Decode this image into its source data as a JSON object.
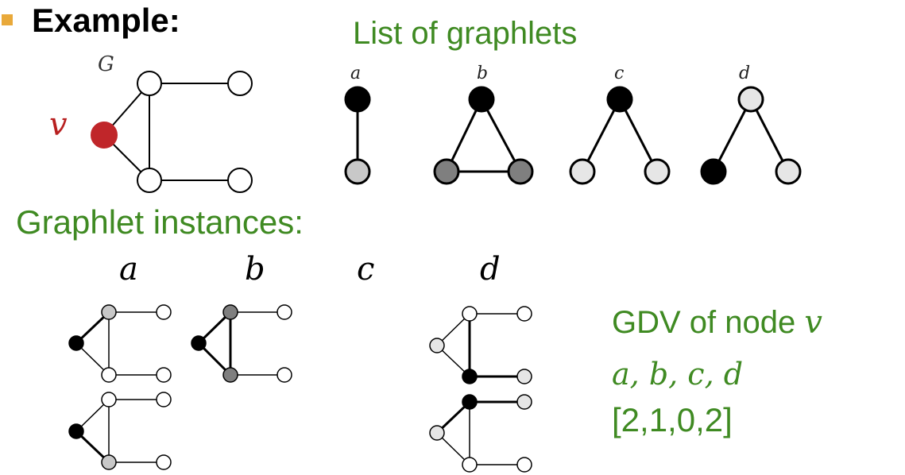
{
  "header": {
    "title": "Example:"
  },
  "graph": {
    "name": "G",
    "node_label": "v"
  },
  "graphlets": {
    "title": "List of graphlets",
    "labels": [
      "a",
      "b",
      "c",
      "d"
    ]
  },
  "instances": {
    "title": "Graphlet instances:",
    "labels": [
      "a",
      "b",
      "c",
      "d"
    ]
  },
  "gdv": {
    "title_prefix": "GDV of node",
    "title_var": "v",
    "letters": "a, b, c, d",
    "vector": "[2,1,0,2]"
  },
  "colors": {
    "accent_green": "#3f8a22",
    "node_red": "#c0262a",
    "bullet": "#e9a93a"
  }
}
